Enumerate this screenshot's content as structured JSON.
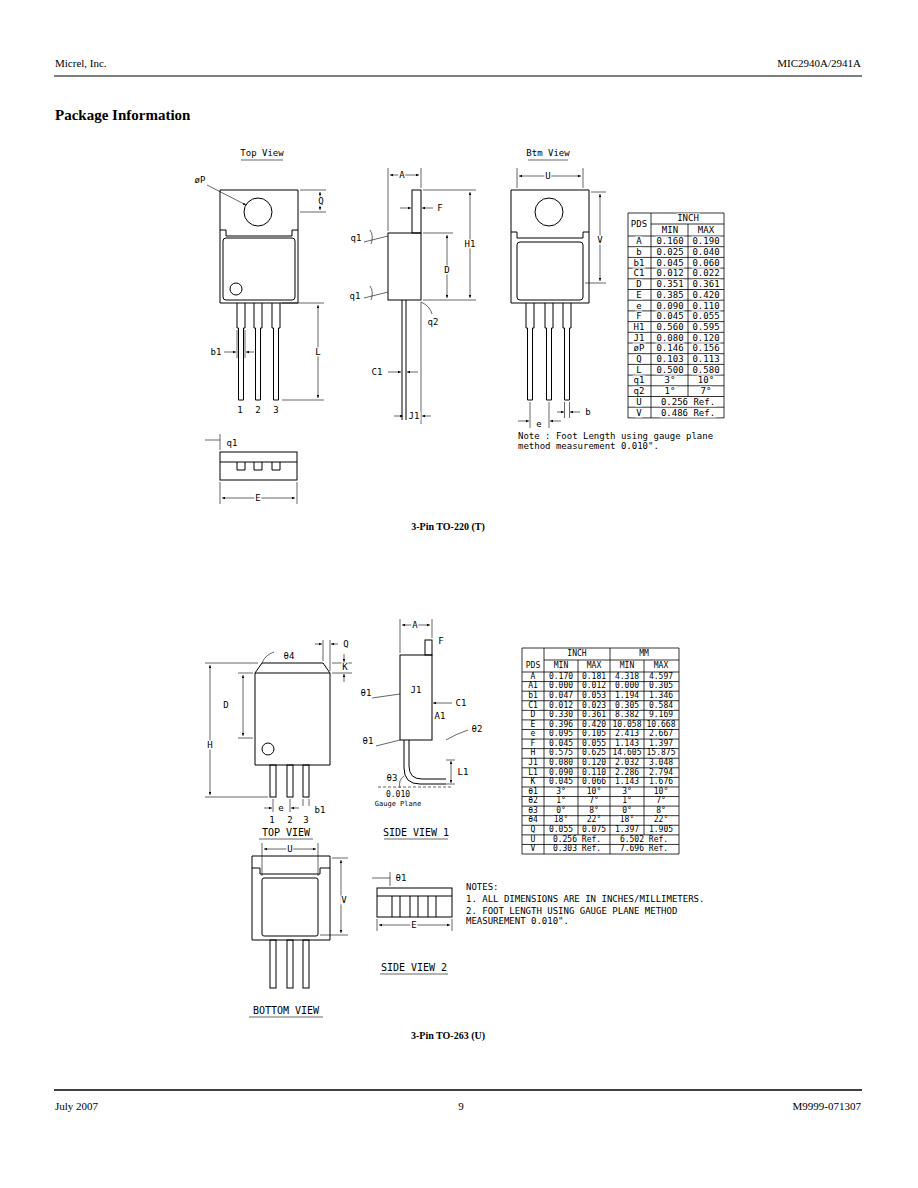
{
  "diagram": {
    "title": "Package Information",
    "labels": [
      "Micrel, Inc.",
      "MIC2940A/2941A",
      "July 2007",
      "9",
      "M9999-071307",
      "Top View",
      "øP",
      "Q",
      "A",
      "F",
      "Btm View",
      "U",
      "q1",
      "H1",
      "D",
      "V",
      "q1",
      "q2",
      "L",
      "b1",
      "C1",
      "1",
      "2",
      "3",
      "J1",
      "e",
      "b",
      "Note : Foot Length using gauge plane method measurement 0.010\".",
      "q1",
      "E",
      "3-Pin TO-220 (T)",
      "PDS",
      "INCH",
      "MIN",
      "MAX",
      "A",
      "0.160",
      "0.190",
      "b",
      "0.025",
      "0.040",
      "b1",
      "0.045",
      "0.060",
      "C1",
      "0.012",
      "0.022",
      "D",
      "0.351",
      "0.361",
      "E",
      "0.385",
      "0.420",
      "e",
      "0.090",
      "0.110",
      "F",
      "0.045",
      "0.055",
      "H1",
      "0.560",
      "0.595",
      "J1",
      "0.080",
      "0.120",
      "øP",
      "0.146",
      "0.156",
      "Q",
      "0.103",
      "0.113",
      "L",
      "0.500",
      "0.580",
      "q1",
      "3°",
      "10°",
      "q2",
      "1°",
      "7°",
      "U",
      "0.256 Ref.",
      "V",
      "0.486 Ref.",
      "A",
      "F",
      "θ4",
      "Q",
      "K",
      "H",
      "D",
      "θ1",
      "J1",
      "C1",
      "A1",
      "θ2",
      "θ1",
      "L1",
      "θ3",
      "0.010",
      "Gauge Plane",
      "e",
      "b1",
      "1",
      "2",
      "3",
      "TOP VIEW",
      "SIDE VIEW 1",
      "U",
      "V",
      "θ1",
      "E",
      "SIDE VIEW 2",
      "BOTTOM VIEW",
      "NOTES:",
      "1. ALL DIMENSIONS ARE IN INCHES/MILLIMETERS.",
      "2. FOOT LENGTH USING GAUGE PLANE METHOD MEASUREMENT 0.010\".",
      "3-Pin TO-263 (U)",
      "PDS",
      "INCH",
      "MM",
      "MIN",
      "MAX",
      "MIN",
      "MAX",
      "A",
      "0.170",
      "0.181",
      "4.318",
      "4.597",
      "A1",
      "0.000",
      "0.012",
      "0.000",
      "0.305",
      "b1",
      "0.047",
      "0.053",
      "1.194",
      "1.346",
      "C1",
      "0.012",
      "0.023",
      "0.305",
      "0.584",
      "D",
      "0.330",
      "0.361",
      "8.382",
      "9.169",
      "E",
      "0.396",
      "0.420",
      "10.058",
      "10.668",
      "e",
      "0.095",
      "0.105",
      "2.413",
      "2.667",
      "F",
      "0.045",
      "0.055",
      "1.143",
      "1.397",
      "H",
      "0.575",
      "0.625",
      "14.605",
      "15.875",
      "J1",
      "0.080",
      "0.120",
      "2.032",
      "3.048",
      "L1",
      "0.090",
      "0.110",
      "2.286",
      "2.794",
      "K",
      "0.045",
      "0.066",
      "1.143",
      "1.676",
      "θ1",
      "3°",
      "10°",
      "3°",
      "10°",
      "θ2",
      "1°",
      "7°",
      "1°",
      "7°",
      "θ3",
      "0°",
      "8°",
      "0°",
      "8°",
      "θ4",
      "18°",
      "22°",
      "18°",
      "22°",
      "Q",
      "0.055",
      "0.075",
      "1.397",
      "1.905",
      "U",
      "0.256 Ref.",
      "6.502 Ref.",
      "V",
      "0.303 Ref.",
      "7.696 Ref."
    ]
  }
}
